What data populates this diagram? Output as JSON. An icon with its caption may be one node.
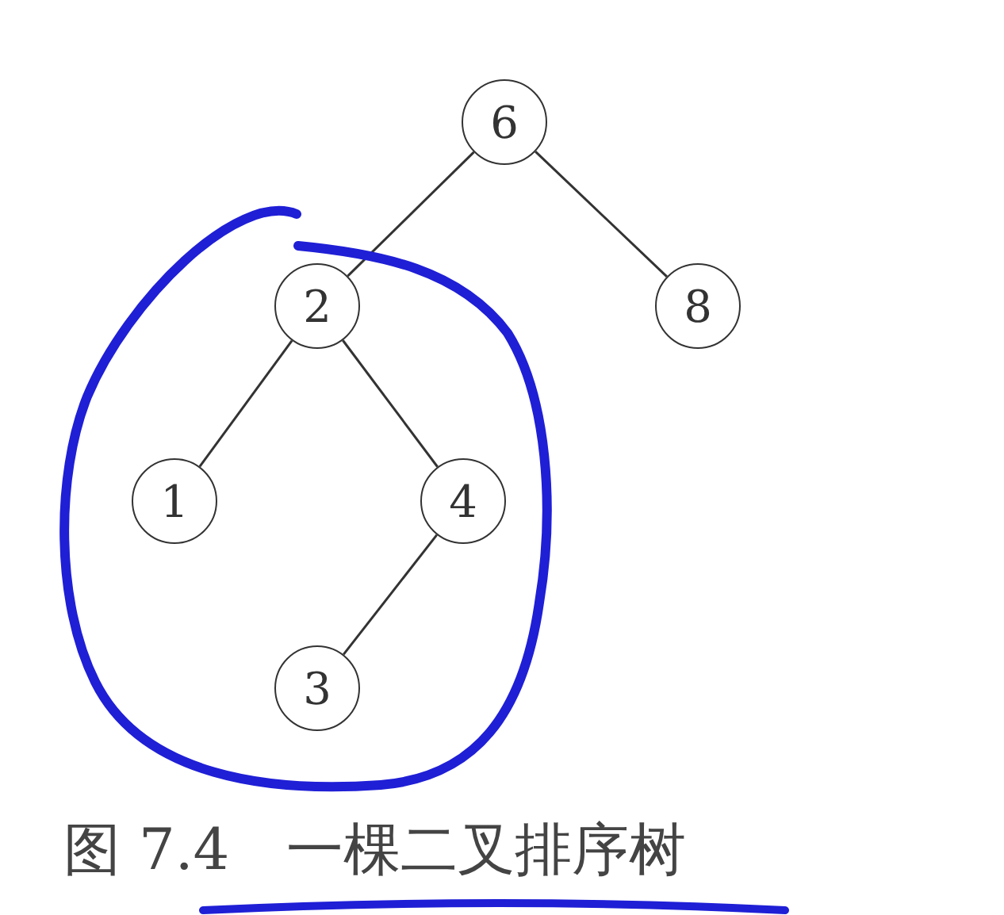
{
  "diagram": {
    "caption": "图 7.4　一棵二叉排序树",
    "nodes": [
      {
        "text": [
          "6"
        ]
      },
      {
        "text": [
          "2"
        ]
      },
      {
        "text": [
          "8"
        ]
      },
      {
        "text": [
          "1"
        ]
      },
      {
        "text": [
          "4"
        ]
      },
      {
        "text": [
          "3"
        ]
      }
    ],
    "edges": [
      {
        "from": 0,
        "to": 1,
        "arrow": "none"
      },
      {
        "from": 0,
        "to": 2,
        "arrow": "none"
      },
      {
        "from": 1,
        "to": 3,
        "arrow": "none"
      },
      {
        "from": 1,
        "to": 4,
        "arrow": "none"
      },
      {
        "from": 4,
        "to": 5,
        "arrow": "none"
      }
    ]
  }
}
